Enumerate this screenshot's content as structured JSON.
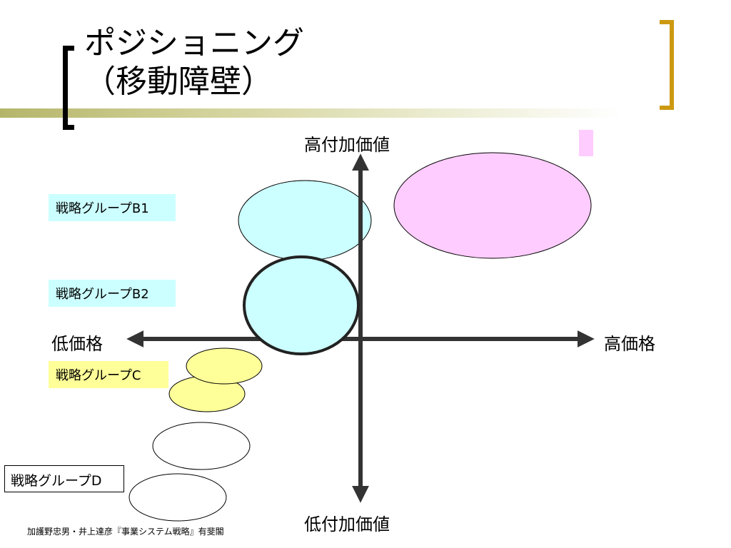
{
  "title": {
    "line1": "ポジショニング",
    "line2": "（移動障壁）"
  },
  "axes": {
    "top": "高付加価値",
    "bottom": "低付加価値",
    "left": "低価格",
    "right": "高価格"
  },
  "groups": {
    "b1": "戦略グループB1",
    "b2": "戦略グループB2",
    "c": "戦略グループC",
    "d": "戦略グループD"
  },
  "citation": "加護野忠男・井上達彦『事業システム戦略』有斐閣",
  "colors": {
    "b_fill": "#ccffff",
    "c_fill": "#ffff99",
    "pink_fill": "#ffccff",
    "d_fill": "#ffffff",
    "axis": "#333333",
    "bar_start": "#b5b56a",
    "right_bracket": "#cc9911"
  }
}
